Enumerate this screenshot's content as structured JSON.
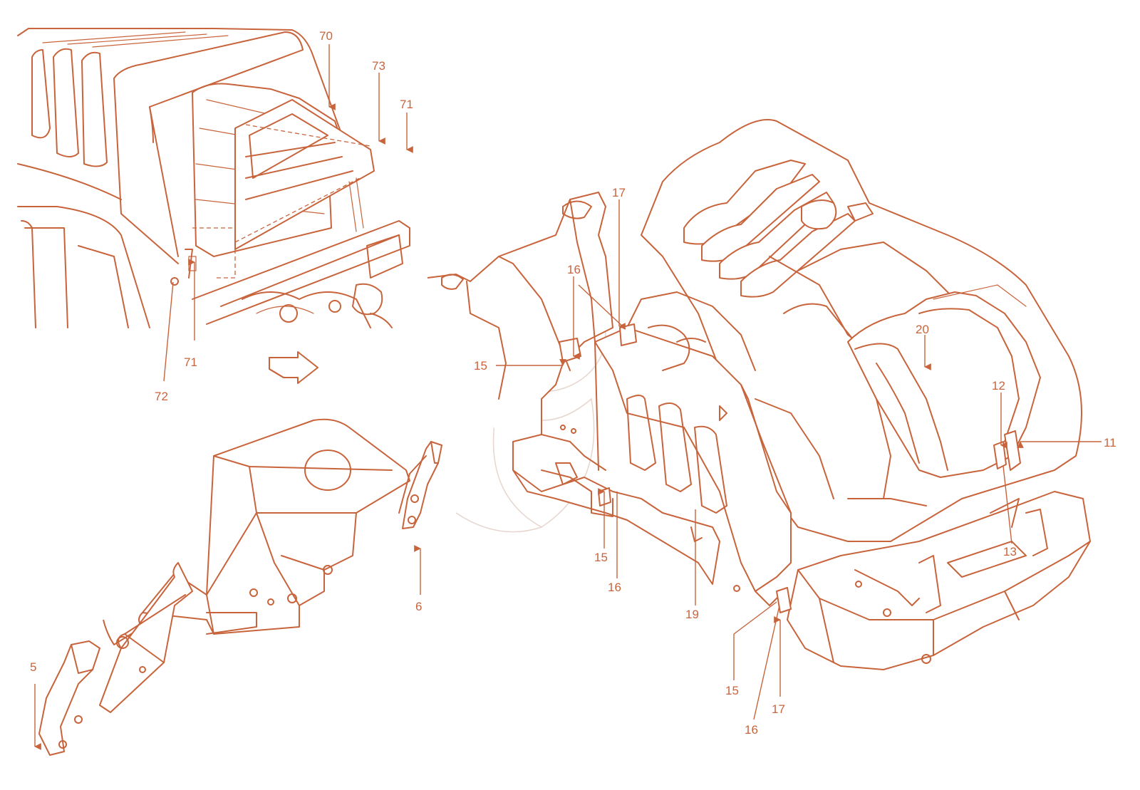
{
  "callouts": [
    {
      "id": "c70",
      "text": "70"
    },
    {
      "id": "c73",
      "text": "73"
    },
    {
      "id": "c71a",
      "text": "71"
    },
    {
      "id": "c71b",
      "text": "71"
    },
    {
      "id": "c72",
      "text": "72"
    },
    {
      "id": "c17a",
      "text": "17"
    },
    {
      "id": "c16a",
      "text": "16"
    },
    {
      "id": "c15a",
      "text": "15"
    },
    {
      "id": "c20",
      "text": "20"
    },
    {
      "id": "c12",
      "text": "12"
    },
    {
      "id": "c11",
      "text": "11"
    },
    {
      "id": "c13",
      "text": "13"
    },
    {
      "id": "c15b",
      "text": "15"
    },
    {
      "id": "c16b",
      "text": "16"
    },
    {
      "id": "c19",
      "text": "19"
    },
    {
      "id": "c6",
      "text": "6"
    },
    {
      "id": "c5",
      "text": "5"
    },
    {
      "id": "c15c",
      "text": "15"
    },
    {
      "id": "c16c",
      "text": "16"
    },
    {
      "id": "c17b",
      "text": "17"
    }
  ],
  "colors": {
    "line": "#c8643c",
    "background": "#ffffff",
    "watermark": "#e6d6cf"
  }
}
